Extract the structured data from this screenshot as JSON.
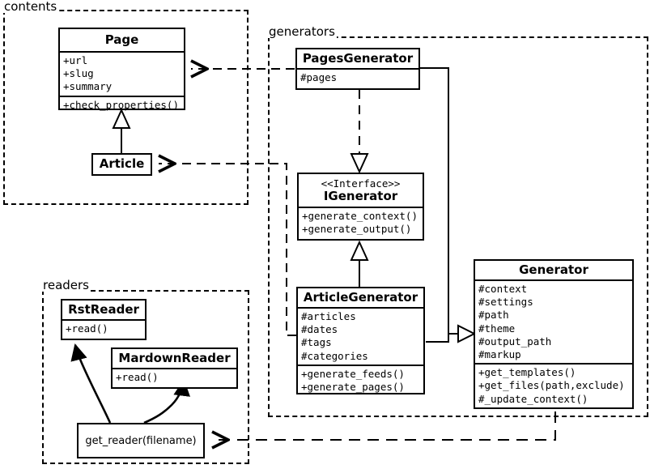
{
  "diagram": {
    "type": "uml-class-diagram",
    "packages": [
      {
        "id": "contents",
        "label": "contents"
      },
      {
        "id": "generators",
        "label": "generators"
      },
      {
        "id": "readers",
        "label": "readers"
      }
    ],
    "classes": [
      {
        "id": "page",
        "name": "Page",
        "stereotype": "",
        "attributes": [
          "+url",
          "+slug",
          "+summary"
        ],
        "operations": [
          "+check_properties()"
        ],
        "package": "contents"
      },
      {
        "id": "article",
        "name": "Article",
        "stereotype": "",
        "attributes": [],
        "operations": [],
        "package": "contents"
      },
      {
        "id": "pagesgenerator",
        "name": "PagesGenerator",
        "stereotype": "",
        "attributes": [
          "#pages"
        ],
        "operations": [],
        "package": "generators"
      },
      {
        "id": "igenerator",
        "name": "IGenerator",
        "stereotype": "<<Interface>>",
        "attributes": [],
        "operations": [
          "+generate_context()",
          "+generate_output()"
        ],
        "package": "generators"
      },
      {
        "id": "articlegenerator",
        "name": "ArticleGenerator",
        "stereotype": "",
        "attributes": [
          "#articles",
          "#dates",
          "#tags",
          "#categories"
        ],
        "operations": [
          "+generate_feeds()",
          "+generate_pages()"
        ],
        "package": "generators"
      },
      {
        "id": "generator",
        "name": "Generator",
        "stereotype": "",
        "attributes": [
          "#context",
          "#settings",
          "#path",
          "#theme",
          "#output_path",
          "#markup"
        ],
        "operations": [
          "+get_templates()",
          "+get_files(path,exclude)",
          "#_update_context()"
        ],
        "package": ""
      },
      {
        "id": "rstreader",
        "name": "RstReader",
        "stereotype": "",
        "attributes": [],
        "operations": [
          "+read()"
        ],
        "package": "readers"
      },
      {
        "id": "mardownreader",
        "name": "MardownReader",
        "stereotype": "",
        "attributes": [],
        "operations": [
          "+read()"
        ],
        "package": "readers"
      }
    ],
    "functions": [
      {
        "id": "get_reader",
        "label": "get_reader(filename)",
        "package": "readers"
      }
    ],
    "relationships": [
      {
        "from": "pagesgenerator",
        "to": "page",
        "kind": "dependency",
        "arrow": "open-dashed"
      },
      {
        "from": "articlegenerator",
        "to": "article",
        "kind": "dependency",
        "arrow": "open-dashed"
      },
      {
        "from": "article",
        "to": "page",
        "kind": "generalization",
        "arrow": "hollow-triangle-solid"
      },
      {
        "from": "pagesgenerator",
        "to": "igenerator",
        "kind": "realization",
        "arrow": "hollow-triangle-dashed"
      },
      {
        "from": "articlegenerator",
        "to": "igenerator",
        "kind": "generalization",
        "arrow": "hollow-triangle-solid"
      },
      {
        "from": "pagesgenerator",
        "to": "generator",
        "kind": "generalization",
        "arrow": "hollow-triangle-solid"
      },
      {
        "from": "articlegenerator",
        "to": "generator",
        "kind": "generalization",
        "arrow": "hollow-triangle-solid"
      },
      {
        "from": "generator",
        "to": "get_reader",
        "kind": "dependency",
        "arrow": "open-dashed"
      },
      {
        "from": "get_reader",
        "to": "rstreader",
        "kind": "dependency",
        "arrow": "filled-curved"
      },
      {
        "from": "get_reader",
        "to": "mardownreader",
        "kind": "dependency",
        "arrow": "filled-curved"
      }
    ],
    "colors": {
      "stroke": "#000000",
      "fill": "#ffffff"
    }
  }
}
